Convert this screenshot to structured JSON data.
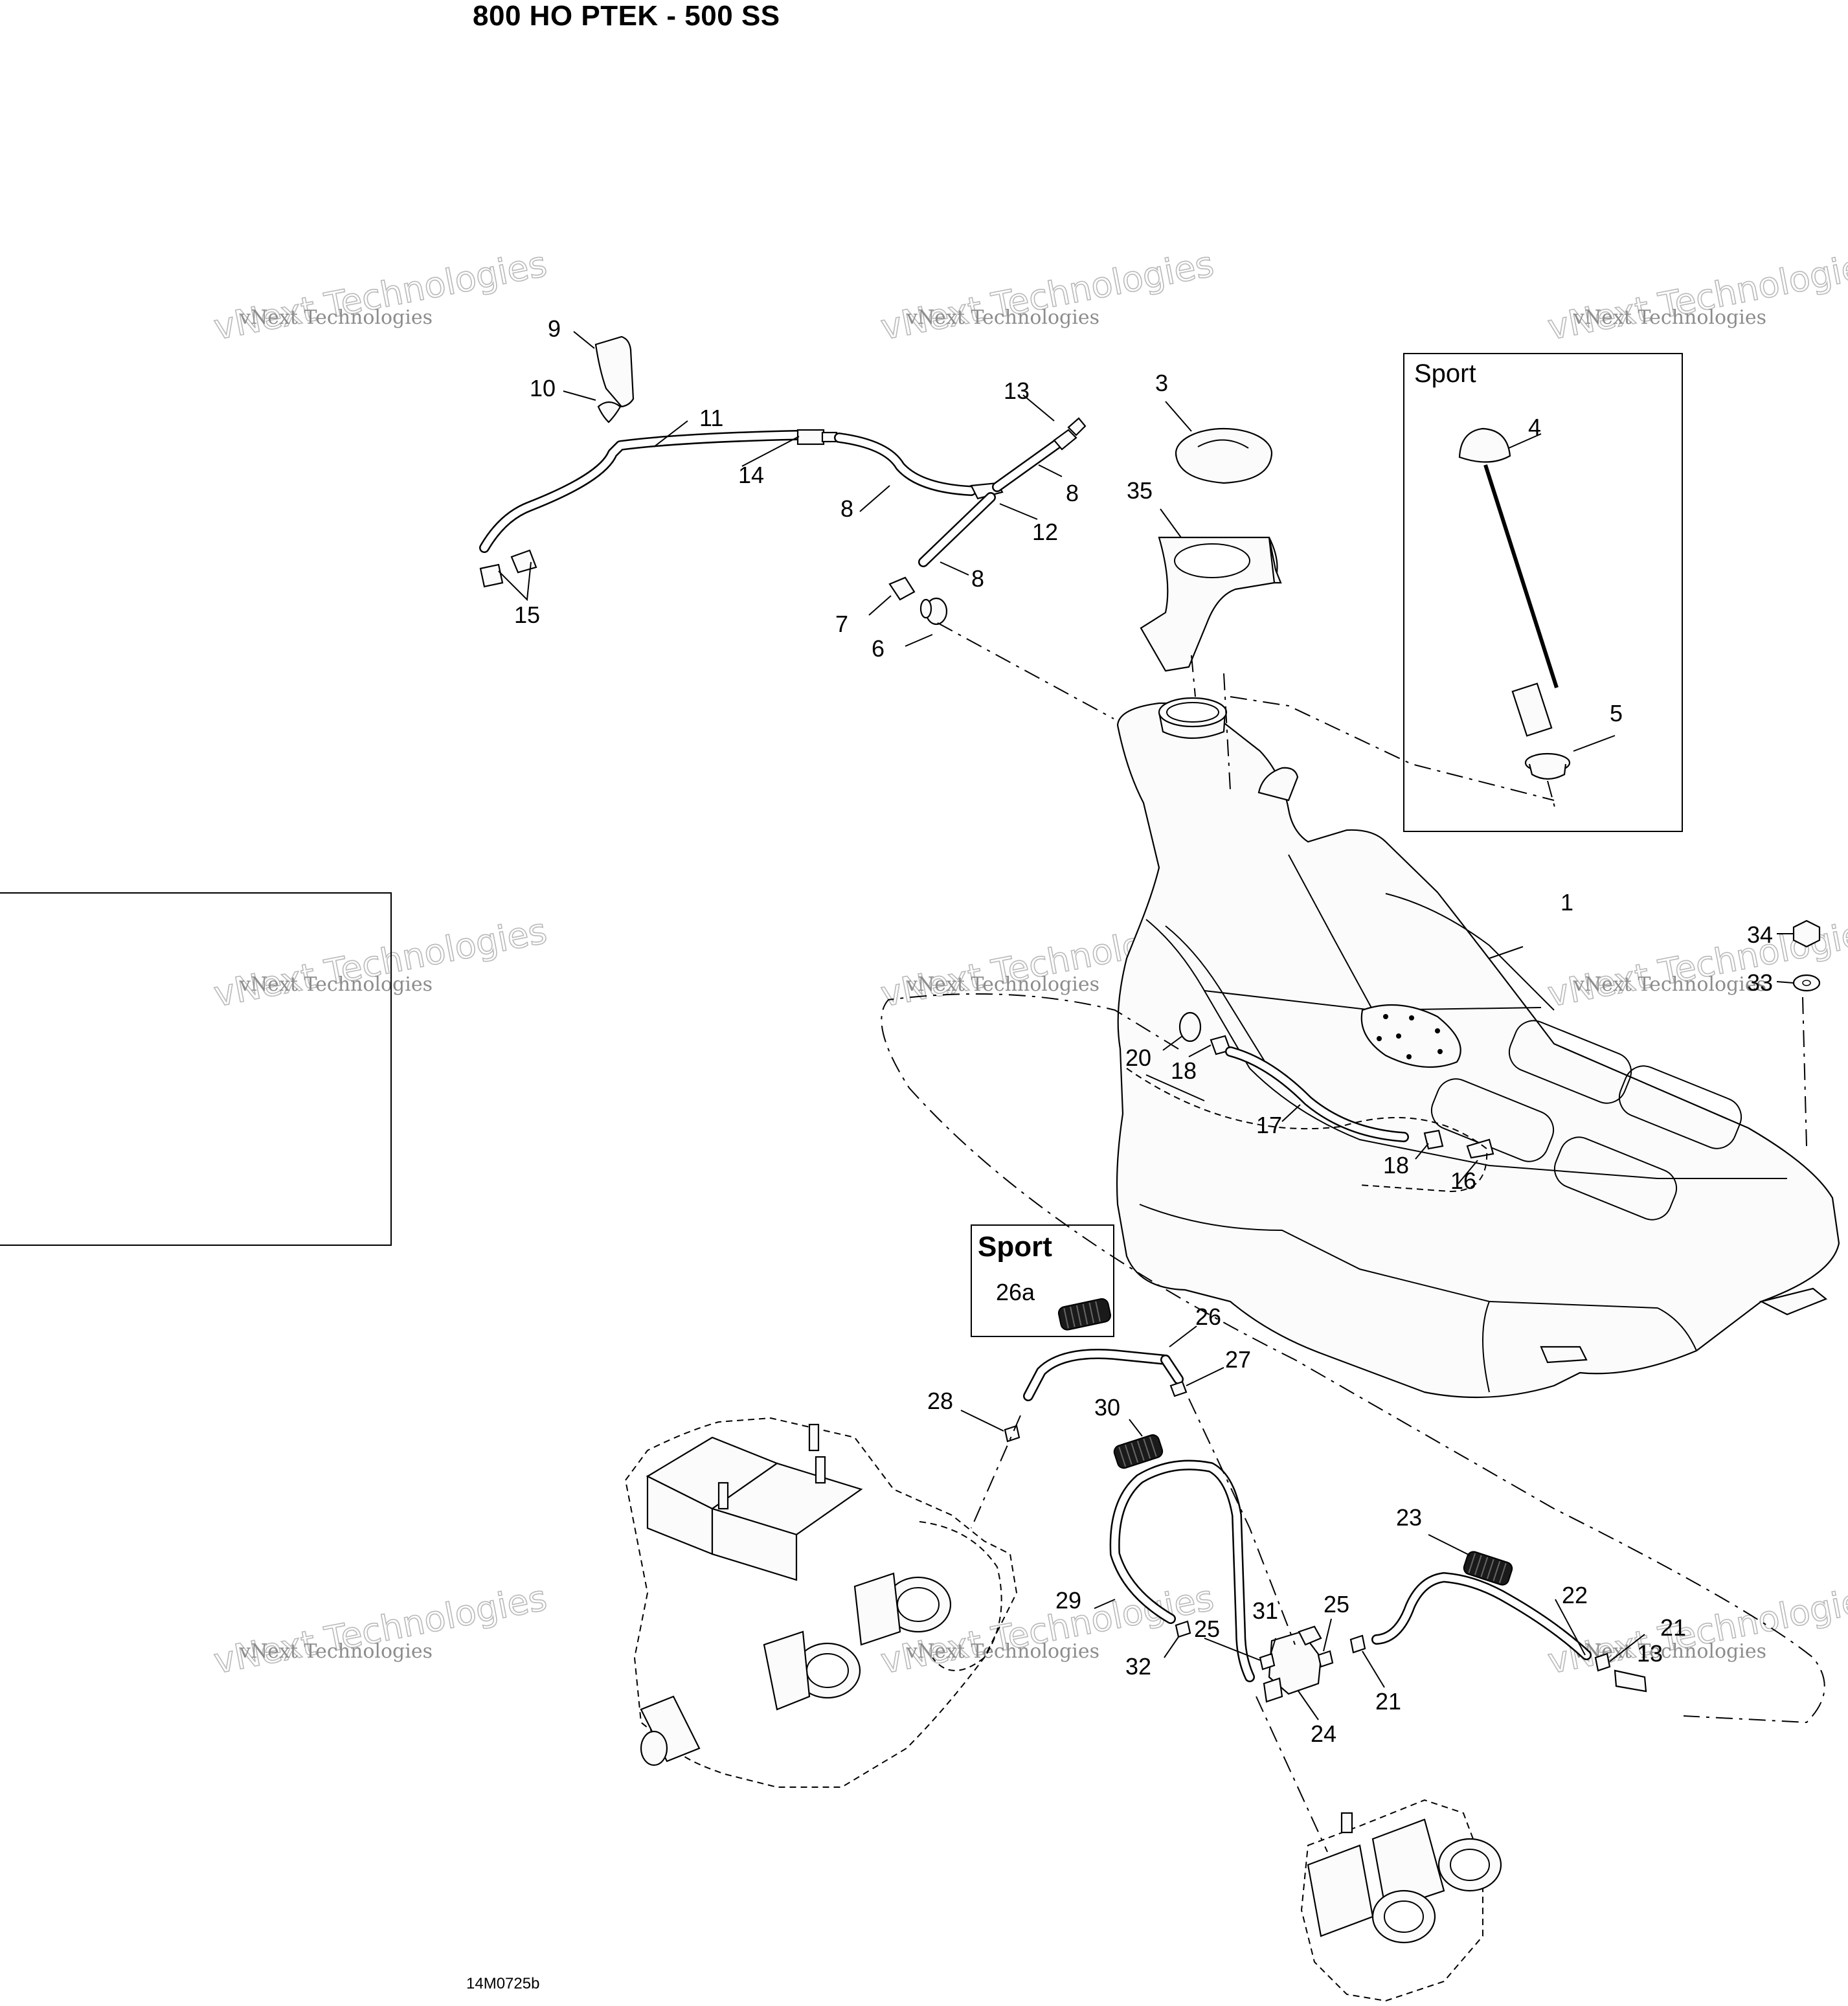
{
  "title": "800 HO PTEK - 500 SS",
  "drawing_code": "14M0725b",
  "watermark": {
    "line1": "vNext Technologies",
    "line2": "vNext Technologies"
  },
  "insets": {
    "sport_top": "Sport",
    "sport_bottom": "Sport",
    "sport_bottom_item": "26a"
  },
  "callouts": [
    {
      "id": "c1",
      "text": "1"
    },
    {
      "id": "c3",
      "text": "3"
    },
    {
      "id": "c4",
      "text": "4"
    },
    {
      "id": "c5",
      "text": "5"
    },
    {
      "id": "c6",
      "text": "6"
    },
    {
      "id": "c7",
      "text": "7"
    },
    {
      "id": "c8a",
      "text": "8"
    },
    {
      "id": "c8b",
      "text": "8"
    },
    {
      "id": "c8c",
      "text": "8"
    },
    {
      "id": "c9",
      "text": "9"
    },
    {
      "id": "c10",
      "text": "10"
    },
    {
      "id": "c11",
      "text": "11"
    },
    {
      "id": "c12",
      "text": "12"
    },
    {
      "id": "c13a",
      "text": "13"
    },
    {
      "id": "c13b",
      "text": "13"
    },
    {
      "id": "c14",
      "text": "14"
    },
    {
      "id": "c15",
      "text": "15"
    },
    {
      "id": "c16",
      "text": "16"
    },
    {
      "id": "c17",
      "text": "17"
    },
    {
      "id": "c18a",
      "text": "18"
    },
    {
      "id": "c18b",
      "text": "18"
    },
    {
      "id": "c20",
      "text": "20"
    },
    {
      "id": "c21a",
      "text": "21"
    },
    {
      "id": "c21b",
      "text": "21"
    },
    {
      "id": "c22",
      "text": "22"
    },
    {
      "id": "c23",
      "text": "23"
    },
    {
      "id": "c24",
      "text": "24"
    },
    {
      "id": "c25a",
      "text": "25"
    },
    {
      "id": "c25b",
      "text": "25"
    },
    {
      "id": "c26",
      "text": "26"
    },
    {
      "id": "c27",
      "text": "27"
    },
    {
      "id": "c28",
      "text": "28"
    },
    {
      "id": "c29",
      "text": "29"
    },
    {
      "id": "c30",
      "text": "30"
    },
    {
      "id": "c31",
      "text": "31"
    },
    {
      "id": "c32",
      "text": "32"
    },
    {
      "id": "c33",
      "text": "33"
    },
    {
      "id": "c34",
      "text": "34"
    },
    {
      "id": "c35",
      "text": "35"
    }
  ]
}
